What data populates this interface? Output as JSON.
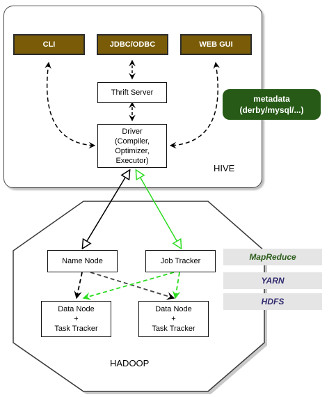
{
  "hive": {
    "label": "HIVE",
    "clients": [
      {
        "label": "CLI"
      },
      {
        "label": "JDBC/ODBC"
      },
      {
        "label": "WEB GUI"
      }
    ],
    "thrift_server": "Thrift Server",
    "driver": "Driver\n(Compiler,\nOptimizer,\nExecutor)"
  },
  "metadata": {
    "line1": "metadata",
    "line2": "(derby/mysql/...)"
  },
  "hadoop": {
    "label": "HADOOP",
    "name_node": "Name Node",
    "job_tracker": "Job Tracker",
    "data_nodes": [
      {
        "label": "Data Node\n+\nTask Tracker"
      },
      {
        "label": "Data Node\n+\nTask Tracker"
      }
    ]
  },
  "stack": [
    {
      "label": "MapReduce",
      "color": "#2e5e1c"
    },
    {
      "label": "YARN",
      "color": "#2f2a6e"
    },
    {
      "label": "HDFS",
      "color": "#2f2a6e"
    }
  ],
  "colors": {
    "client_fill": "#7a5c08",
    "metadata_fill": "#265a16",
    "jobtracker_line": "#2bdc1f",
    "band_fill": "#e5e5e5"
  }
}
